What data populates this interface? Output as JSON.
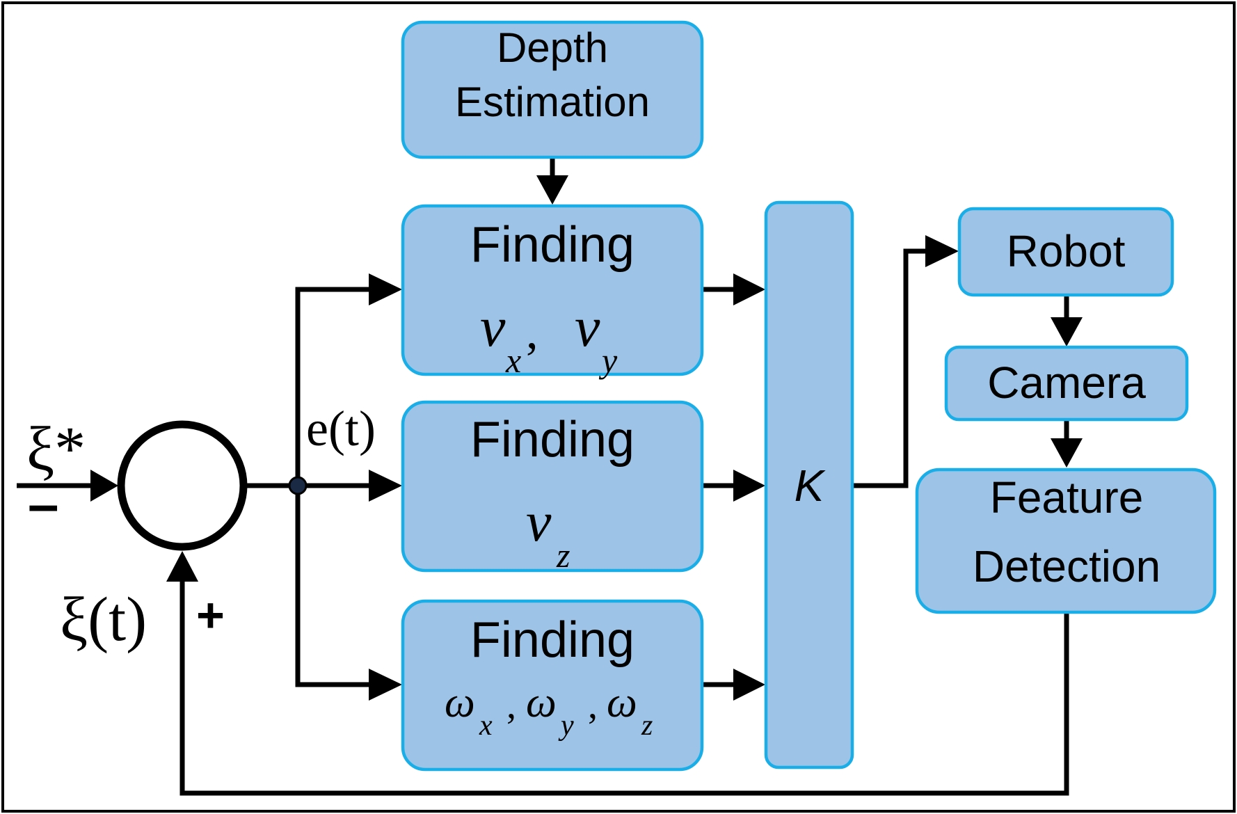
{
  "blocks": {
    "depth": {
      "line1": "Depth",
      "line2": "Estimation"
    },
    "finding_vxy": {
      "title": "Finding",
      "v": "v",
      "sub_x": "x",
      "comma": ",",
      "sub_y": "y"
    },
    "finding_vz": {
      "title": "Finding",
      "v": "v",
      "sub_z": "z"
    },
    "finding_omega": {
      "title": "Finding",
      "omega": "ω",
      "sub_x": "x",
      "sub_y": "y",
      "sub_z": "z",
      "comma": ","
    },
    "gain": {
      "label": "K"
    },
    "robot": {
      "label": "Robot"
    },
    "camera": {
      "label": "Camera"
    },
    "feature": {
      "line1": "Feature",
      "line2": "Detection"
    }
  },
  "signals": {
    "reference": "ξ*",
    "reference_sign": "–",
    "feedback": "ξ(t)",
    "feedback_sign": "+",
    "error": "e(t)"
  }
}
